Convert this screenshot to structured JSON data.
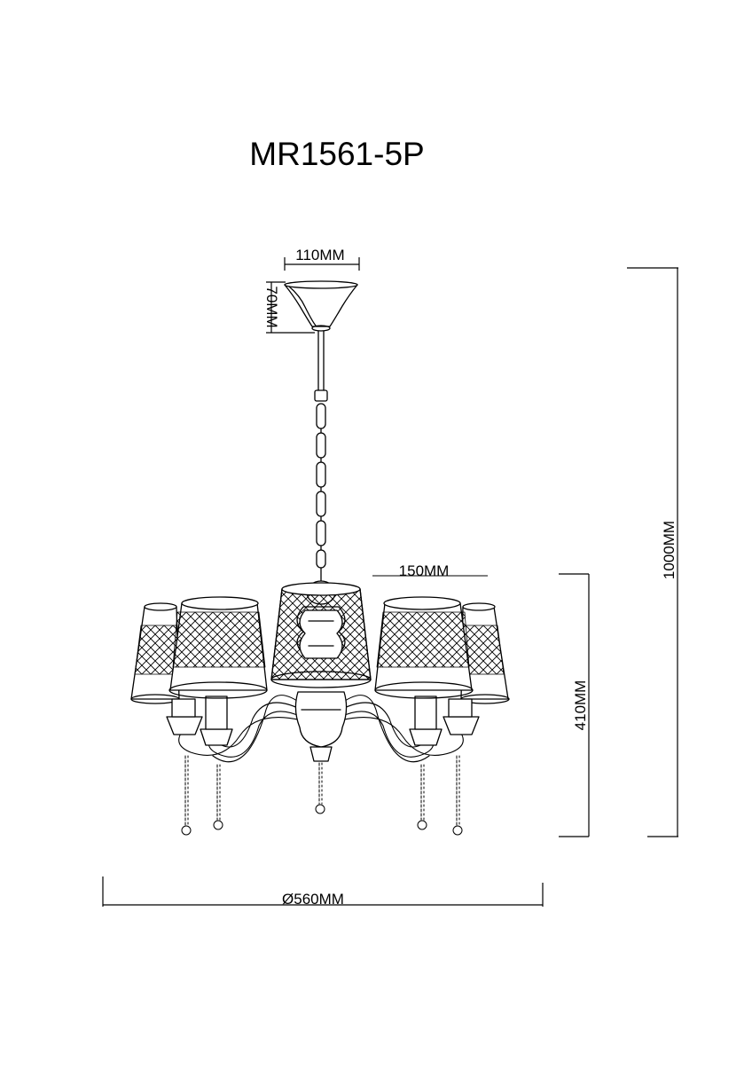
{
  "model": "MR1561-5P",
  "dimensions": {
    "canopy_width": "110MM",
    "canopy_height": "70MM",
    "shade_width": "150MM",
    "body_height": "410MM",
    "total_height": "1000MM",
    "diameter": "Ø560MM"
  },
  "colors": {
    "line": "#000000",
    "background": "#ffffff"
  },
  "icons": [
    "chandelier-drawing"
  ]
}
